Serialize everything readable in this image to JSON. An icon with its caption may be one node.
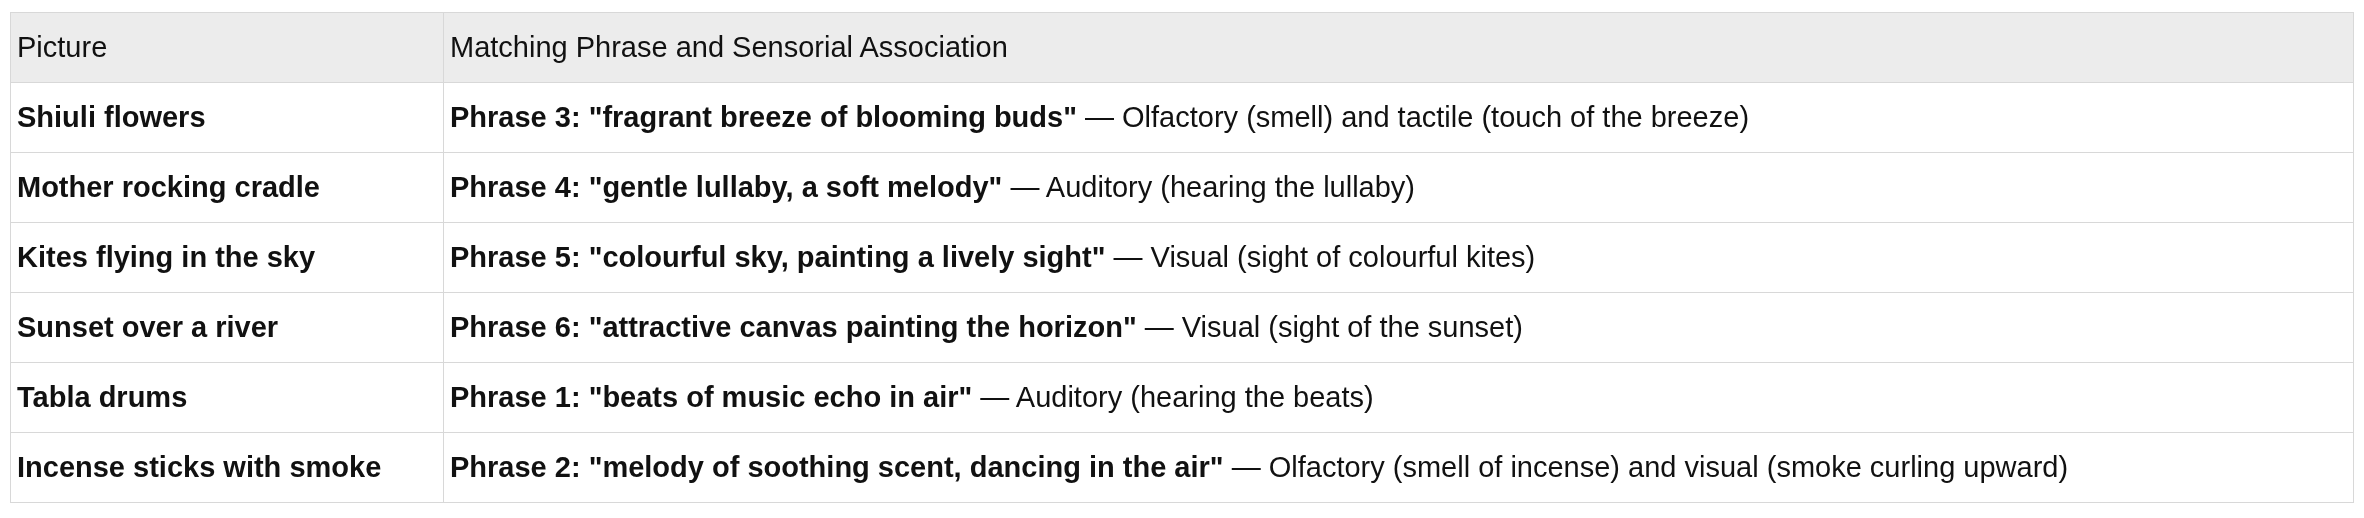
{
  "diagram": {
    "labels": [
      "Picture",
      "Matching Phrase and Sensorial Association",
      "Shiuli flowers",
      "**Phrase 3: \"fragrant breeze of blooming buds\"** — Olfactory (smell) and tactile (touch of the breeze)",
      "Mother rocking cradle",
      "**Phrase 4: \"gentle lullaby, a soft melody\"** — Auditory (hearing the lullaby)",
      "Kites flying in the sky",
      "**Phrase 5: \"colourful sky, painting a lively sight\"** — Visual (sight of colourful kites)",
      "Sunset over a river",
      "**Phrase 6: \"attractive canvas painting the horizon\"** — Visual (sight of the sunset)",
      "Tabla drums",
      "**Phrase 1: \"beats of music echo in air\"** — Auditory (hearing the beats)",
      "Incense sticks with smoke",
      "**Phrase 2: \"melody of soothing scent, dancing in the air\"** — Olfactory (smell of incense) and visual (smoke curling upward)"
    ]
  }
}
